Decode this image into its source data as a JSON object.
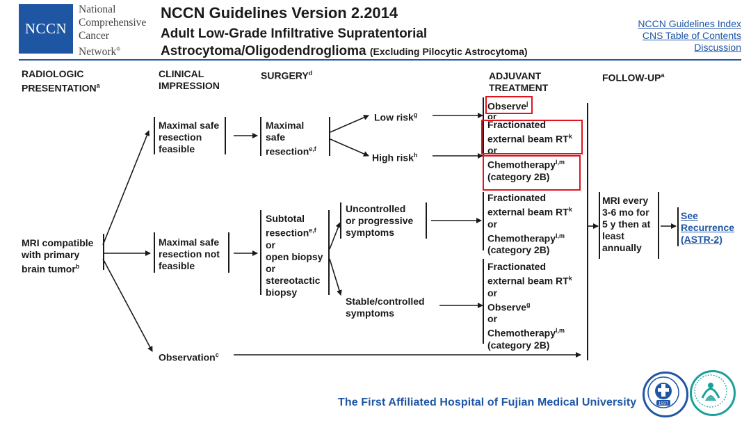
{
  "header": {
    "logo_abbr": "NCCN",
    "logo_lines": [
      "National",
      "Comprehensive",
      "Cancer",
      "Network"
    ],
    "logo_reg": "®",
    "title": "NCCN Guidelines Version 2.2014",
    "subtitle_line1": "Adult Low-Grade Infiltrative Supratentorial",
    "subtitle_line2": "Astrocytoma/Oligodendroglioma",
    "subtitle_note": "(Excluding Pilocytic Astrocytoma)",
    "links": [
      "NCCN Guidelines Index",
      "CNS Table of Contents",
      "Discussion"
    ]
  },
  "columns": {
    "radiologic": [
      "RADIOLOGIC",
      "PRESENTATION"
    ],
    "radiologic_sup": "a",
    "clinical": [
      "CLINICAL",
      "IMPRESSION"
    ],
    "surgery": "SURGERY",
    "surgery_sup": "d",
    "adjuvant": [
      "ADJUVANT",
      "TREATMENT"
    ],
    "followup": "FOLLOW-UP",
    "followup_sup": "a"
  },
  "nodes": {
    "mri": [
      "MRI compatible",
      "with primary",
      "brain tumor"
    ],
    "mri_sup": "b",
    "max_safe_feasible": [
      "Maximal safe",
      "resection",
      "feasible"
    ],
    "max_safe_not_feasible": [
      "Maximal safe",
      "resection not",
      "feasible"
    ],
    "observation": "Observation",
    "observation_sup": "c",
    "max_safe_resection": [
      "Maximal",
      "safe",
      "resection"
    ],
    "max_safe_resection_sup": "e,f",
    "subtotal": [
      "Subtotal",
      "resection",
      "or",
      "open biopsy",
      "or",
      "stereotactic",
      "biopsy"
    ],
    "subtotal_sup": "e,f",
    "low_risk": "Low risk",
    "low_risk_sup": "g",
    "high_risk": "High risk",
    "high_risk_sup": "h",
    "uncontrolled": [
      "Uncontrolled",
      "or progressive",
      "symptoms"
    ],
    "stable": [
      "Stable/controlled",
      "symptoms"
    ],
    "adj_observe": "Observe",
    "adj_observe_sup": "j",
    "adj_or": "or",
    "adj_frac": [
      "Fractionated",
      "external beam RT"
    ],
    "adj_frac_sup": "k",
    "adj_chemo": [
      "Chemotherapy",
      "(category 2B)"
    ],
    "adj_chemo_sup": "l,m",
    "adj_observe2": "Observe",
    "adj_observe2_sup": "g",
    "followup_text": [
      "MRI every",
      "3-6 mo for",
      "5 y then at",
      "least",
      "annually"
    ],
    "see": [
      "See",
      "Recurrence",
      "(ASTR-2)"
    ]
  },
  "footer": {
    "hospital": "The First Affiliated Hospital of Fujian Medical University",
    "seal_year": "1937"
  },
  "colors": {
    "brand_blue": "#1f56a4",
    "highlight_red": "#e0141e"
  }
}
